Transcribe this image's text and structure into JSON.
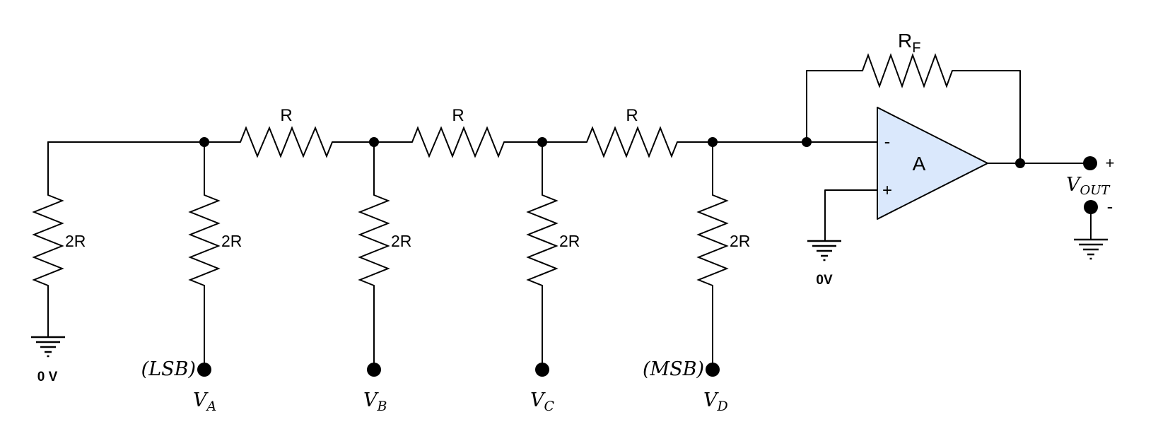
{
  "colors": {
    "wire": "#000000",
    "opamp_fill": "#dae8fc",
    "text": "#000000"
  },
  "ladder": {
    "series_resistors": [
      {
        "label": "R"
      },
      {
        "label": "R"
      },
      {
        "label": "R"
      }
    ],
    "shunt_resistors": [
      {
        "label": "2R"
      },
      {
        "label": "2R"
      },
      {
        "label": "2R"
      },
      {
        "label": "2R"
      },
      {
        "label": "2R"
      }
    ]
  },
  "feedback": {
    "label": "R",
    "sub": "F"
  },
  "opamp": {
    "label": "A",
    "inverting": "-",
    "noninverting": "+"
  },
  "grounds": {
    "left": "0 V",
    "opamp": "0V"
  },
  "inputs": [
    {
      "tag": "(LSB)",
      "name": "V",
      "sub": "A"
    },
    {
      "name": "V",
      "sub": "B"
    },
    {
      "name": "V",
      "sub": "C"
    },
    {
      "tag": "(MSB)",
      "name": "V",
      "sub": "D"
    }
  ],
  "output": {
    "name": "V",
    "sub": "OUT",
    "plus": "+",
    "minus": "-"
  }
}
